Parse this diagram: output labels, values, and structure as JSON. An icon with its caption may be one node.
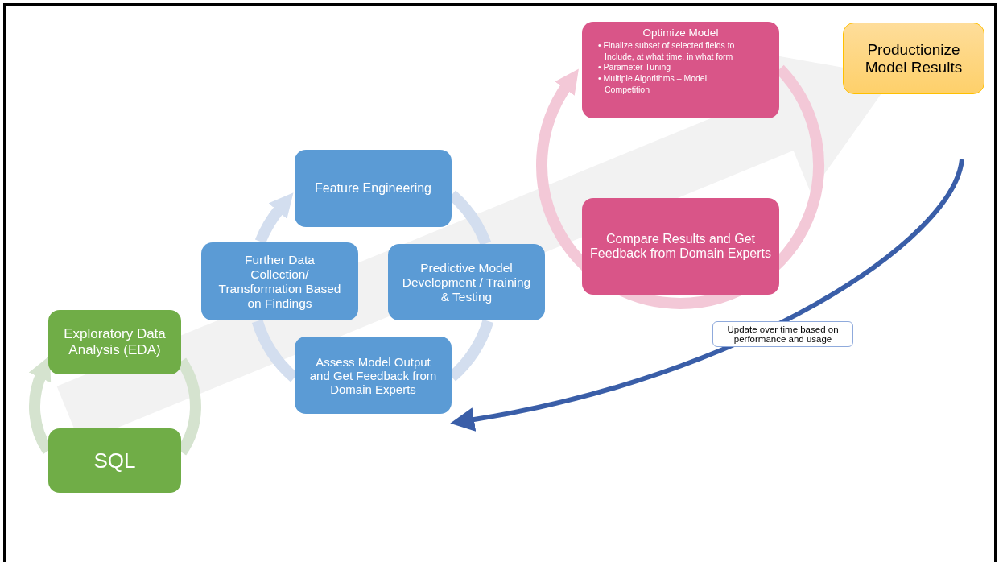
{
  "diagram": {
    "nodes": [
      {
        "text": [
          "Exploratory Data Analysis (EDA)"
        ]
      },
      {
        "text": [
          "SQL"
        ]
      },
      {
        "text": [
          "Feature Engineering"
        ]
      },
      {
        "text": [
          "Further Data Collection/ Transformation Based on Findings"
        ]
      },
      {
        "text": [
          "Predictive Model Development / Training & Testing"
        ]
      },
      {
        "text": [
          "Assess Model Output and Get Feedback from Domain Experts"
        ]
      },
      {
        "text": [
          "Optimize Model",
          "• Finalize subset of selected fields to Include, at what time, in what form",
          "• Parameter Tuning",
          "• Multiple Algorithms – Model Competition"
        ]
      },
      {
        "text": [
          "Compare Results and Get Feedback from Domain Experts"
        ]
      },
      {
        "text": [
          "Productionize Model Results"
        ]
      }
    ],
    "edges": [
      {
        "from": 1,
        "to": 0,
        "arrow": "to",
        "color": "#d5e3cf"
      },
      {
        "from": 0,
        "to": 1,
        "arrow": "none",
        "color": "#d5e3cf"
      },
      {
        "from": 3,
        "to": 2,
        "arrow": "to",
        "color": "#d3deef"
      },
      {
        "from": 2,
        "to": 4,
        "arrow": "none",
        "color": "#d3deef"
      },
      {
        "from": 4,
        "to": 5,
        "arrow": "none",
        "color": "#d3deef"
      },
      {
        "from": 5,
        "to": 3,
        "arrow": "none",
        "color": "#d3deef"
      },
      {
        "from": 7,
        "to": 6,
        "arrow": "to",
        "color": "#f3c8d7"
      },
      {
        "from": 6,
        "to": 7,
        "arrow": "none",
        "color": "#f3c8d7"
      },
      {
        "from": null,
        "to": 5,
        "arrow": "to",
        "label": "Update over time based on performance and usage",
        "color": "#3a5ea8"
      }
    ]
  }
}
